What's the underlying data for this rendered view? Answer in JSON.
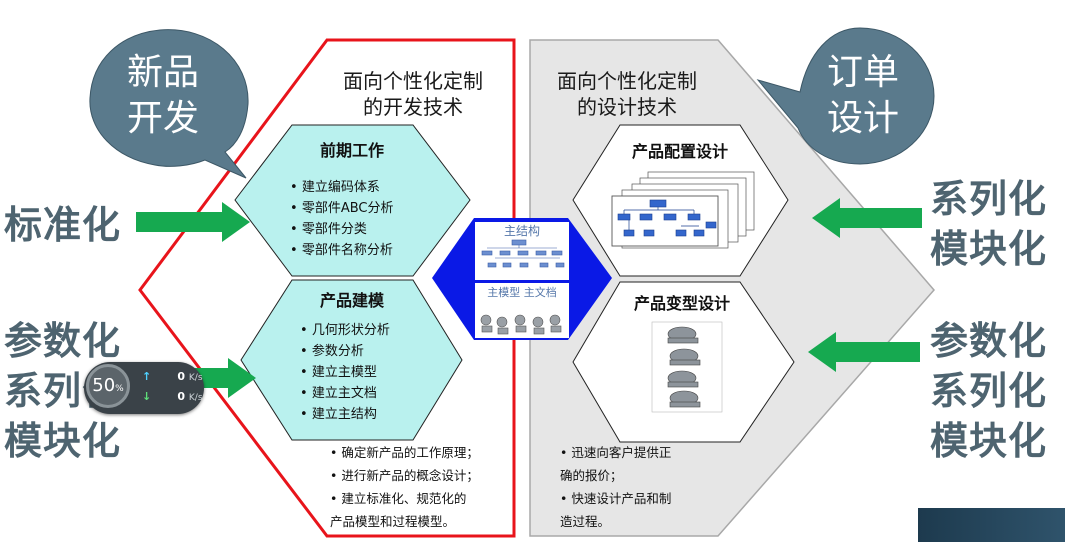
{
  "left_panel": {
    "title_line1": "面向个性化定制",
    "title_line2": "的开发技术",
    "upper_hex": {
      "title": "前期工作",
      "items": [
        "建立编码体系",
        "零部件ABC分析",
        "零部件分类",
        "零部件名称分析"
      ]
    },
    "lower_hex": {
      "title": "产品建模",
      "items": [
        "几何形状分析",
        "参数分析",
        "建立主模型",
        "建立主文档",
        "建立主结构"
      ]
    },
    "notes": [
      "确定新产品的工作原理；",
      "进行新产品的概念设计；",
      "建立标准化、规范化的"
    ],
    "notes_cont": "产品模型和过程模型。"
  },
  "right_panel": {
    "title_line1": "面向个性化定制",
    "title_line2": "的设计技术",
    "upper_hex": {
      "title": "产品配置设计"
    },
    "lower_hex": {
      "title": "产品变型设计"
    },
    "notes_line1": "迅速向客户提供正",
    "notes_line2": "确的报价；",
    "notes_line3": "快速设计产品和制",
    "notes_line4": "造过程。"
  },
  "center": {
    "label_top": "主结构",
    "label_bottom": "主模型 主文档"
  },
  "bubbles": {
    "left": {
      "line1": "新品",
      "line2": "开发"
    },
    "right": {
      "line1": "订单",
      "line2": "设计"
    }
  },
  "left_labels": {
    "top": "标准化",
    "bottom": [
      "参数化",
      "系列化",
      "模块化"
    ]
  },
  "right_labels": {
    "top": [
      "系列化",
      "模块化"
    ],
    "bottom": [
      "参数化",
      "系列化",
      "模块化"
    ]
  },
  "speed_widget": {
    "percent": "50",
    "percent_unit": "%",
    "up_value": "0",
    "down_value": "0",
    "unit": "K/s"
  },
  "colors": {
    "red_border": "#e8141b",
    "cyan_hex": "#b9f1ee",
    "gray_panel": "#e6e6e6",
    "green_arrow": "#16a950",
    "bubble": "#5a7a8c",
    "blue_center": "#0a19e6",
    "side_text": "#4e6470"
  }
}
